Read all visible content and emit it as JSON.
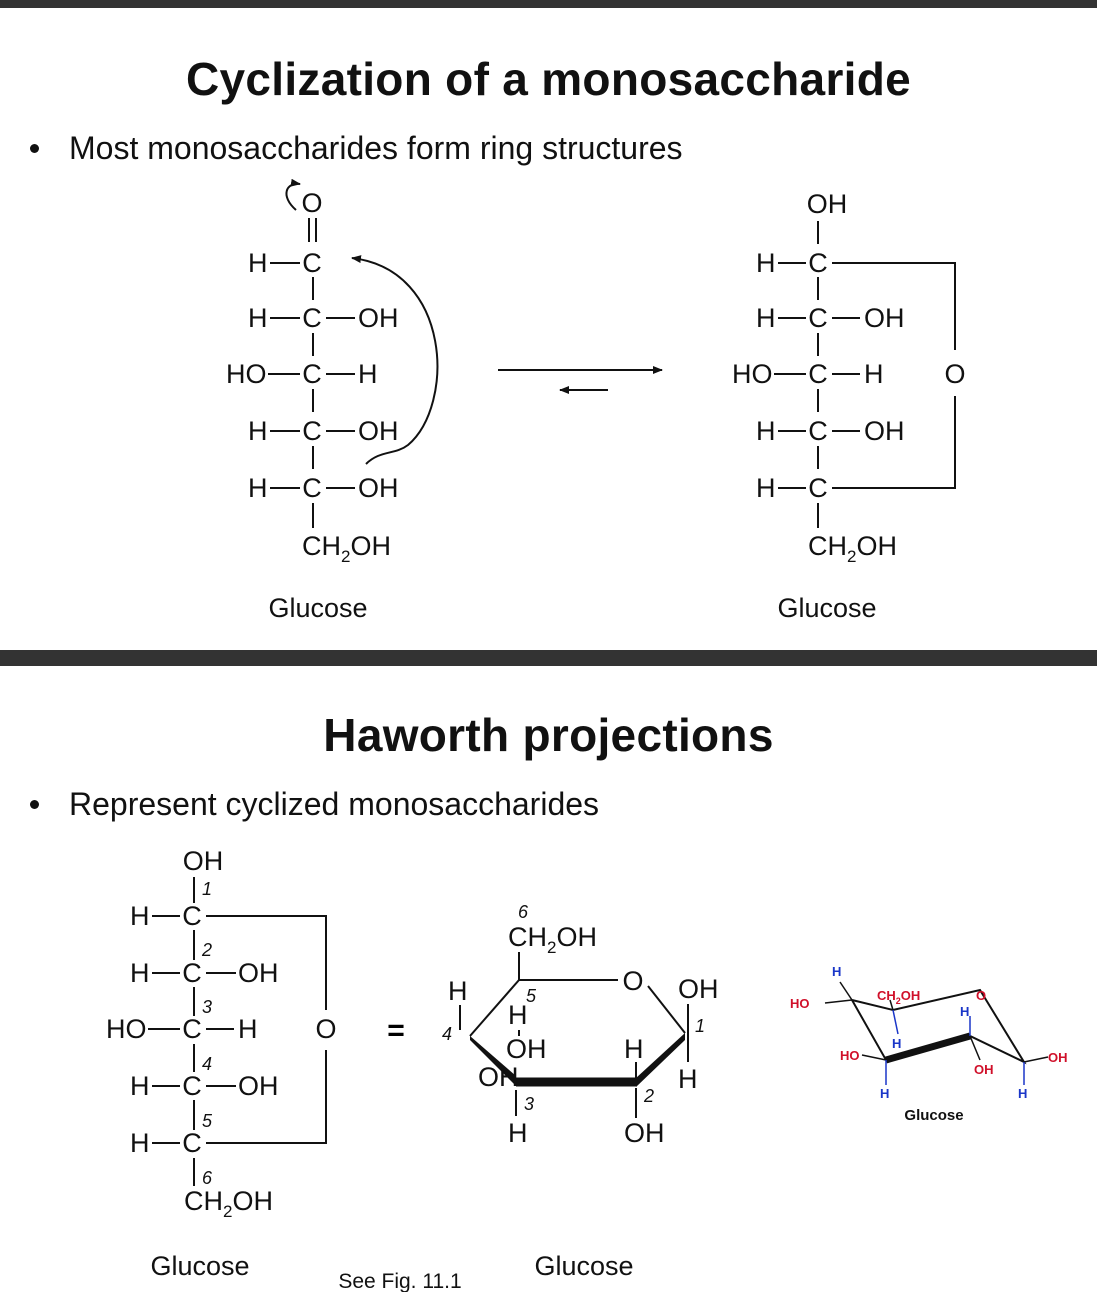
{
  "section1": {
    "title": "Cyclization of a monosaccharide",
    "bullet": "Most monosaccharides form ring structures",
    "left_label": "Glucose",
    "right_label": "Glucose"
  },
  "section2": {
    "title": "Haworth projections",
    "bullet": "Represent cyclized monosaccharides",
    "fischer_label": "Glucose",
    "haworth_label": "Glucose",
    "reference": "See Fig. 11.1",
    "model_label": "Glucose"
  },
  "atoms": {
    "H": "H",
    "OH": "OH",
    "HO": "HO",
    "O": "O",
    "CH2OH_main": "CH",
    "CH2OH_sub": "2",
    "CH2OH_tail": "OH",
    "equals": "="
  },
  "carbon_numbers": [
    "1",
    "2",
    "3",
    "4",
    "5",
    "6"
  ],
  "colors": {
    "divider": "#333333",
    "model_red": "#d0102a",
    "model_blue": "#1a36c8"
  }
}
